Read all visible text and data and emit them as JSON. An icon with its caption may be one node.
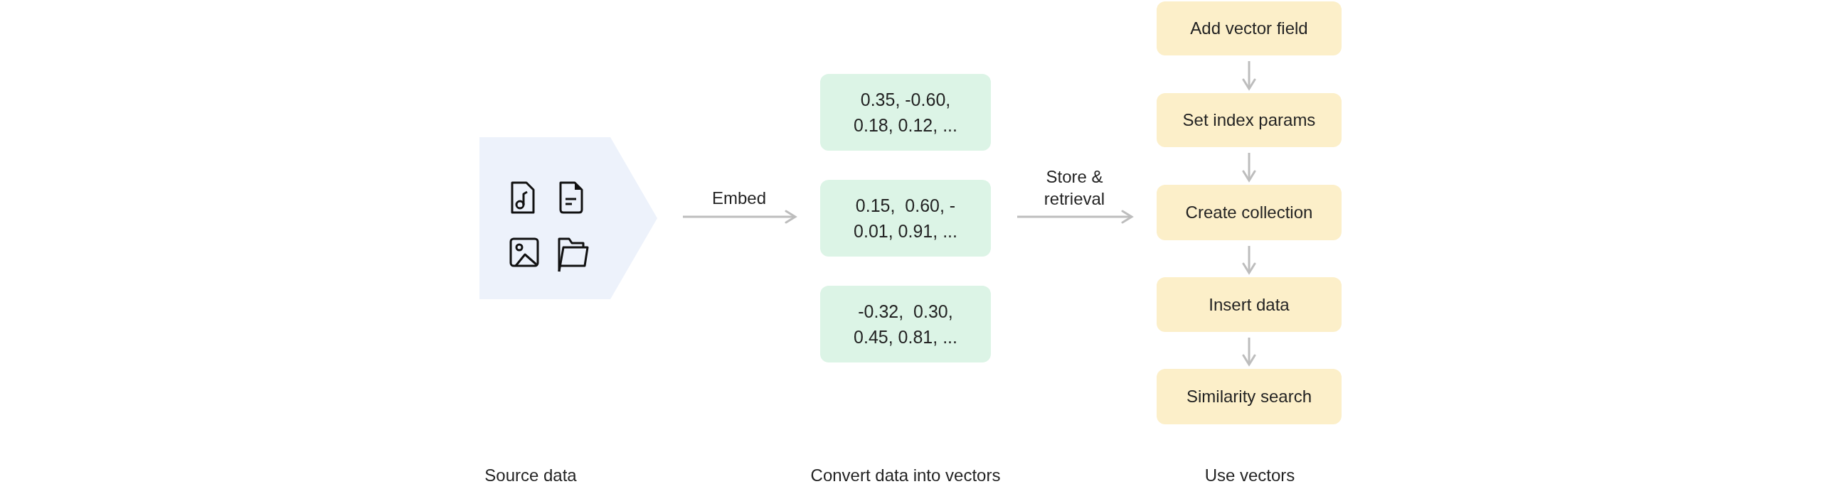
{
  "diagram": {
    "nodes": [
      {
        "text": [],
        "shape": "box"
      },
      {
        "text": [
          "0.35, -0.60, 0.18, 0.12, ..."
        ]
      },
      {
        "text": [
          "0.15,  0.60, - 0.01, 0.91, ..."
        ]
      },
      {
        "text": [
          "-0.32,  0.30, 0.45, 0.81, ..."
        ]
      },
      {
        "text": [
          "Add vector field"
        ]
      },
      {
        "text": [
          "Set index params"
        ]
      },
      {
        "text": [
          "Create collection"
        ]
      },
      {
        "text": [
          "Insert data"
        ]
      },
      {
        "text": [
          "Similarity search"
        ]
      }
    ],
    "edges": [
      {
        "from": 0,
        "to": 2,
        "arrow": "to",
        "label": "Embed"
      },
      {
        "from": 2,
        "to": 6,
        "arrow": "to",
        "label": "Store & retrieval"
      },
      {
        "from": 4,
        "to": 5,
        "arrow": "to"
      },
      {
        "from": 5,
        "to": 6,
        "arrow": "to"
      },
      {
        "from": 6,
        "to": 7,
        "arrow": "to"
      },
      {
        "from": 7,
        "to": 8,
        "arrow": "to"
      }
    ],
    "labels": [
      "Source data",
      "Convert data into vectors",
      "Use vectors"
    ]
  }
}
